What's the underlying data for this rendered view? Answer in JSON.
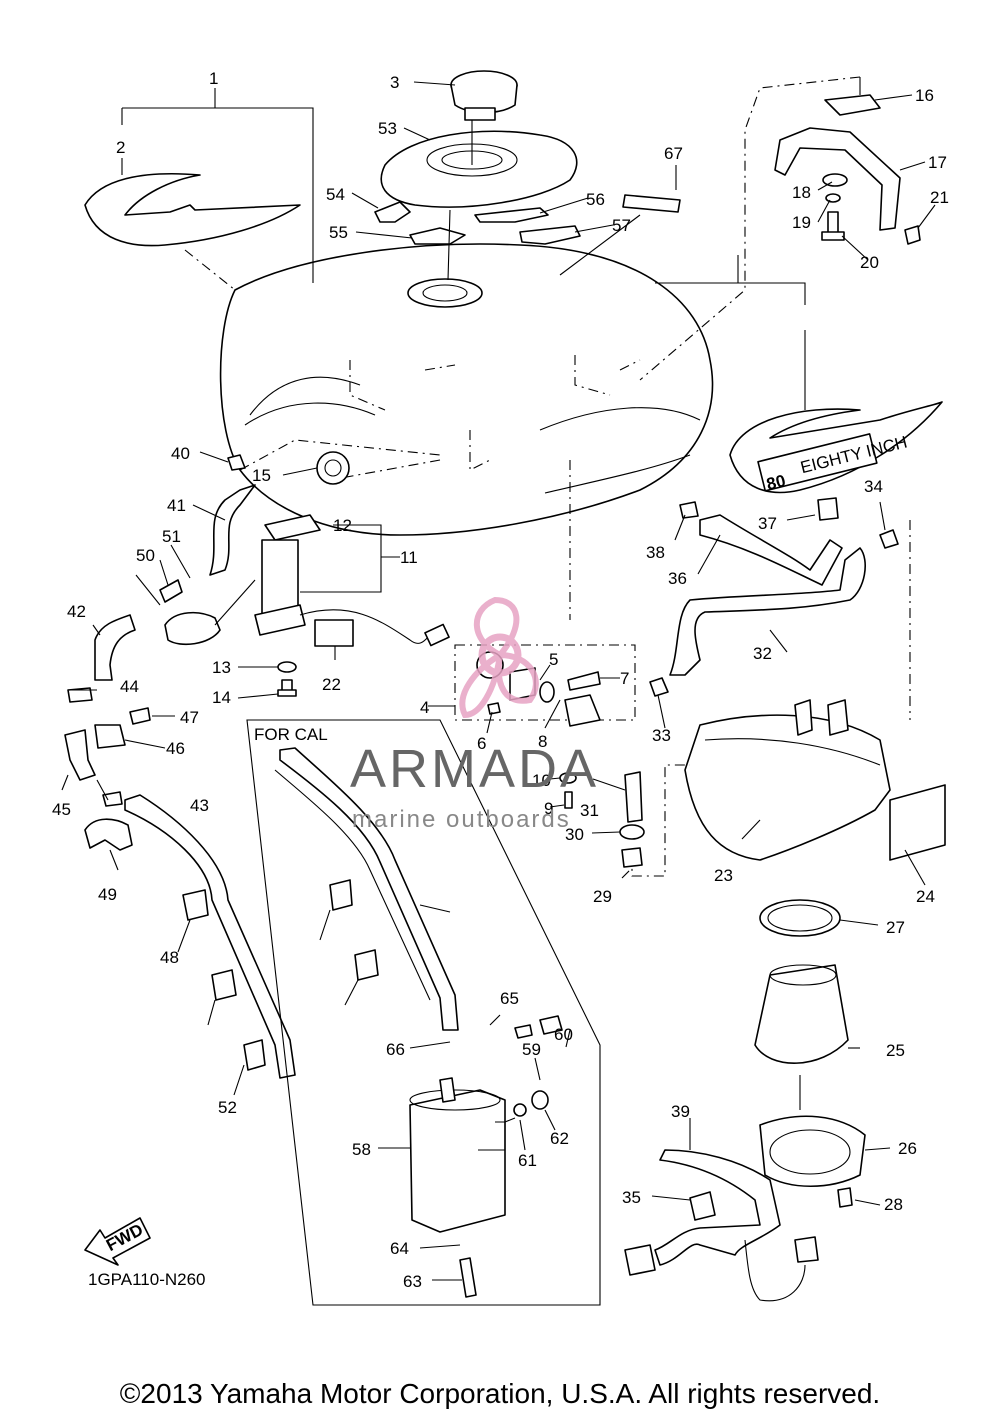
{
  "diagram": {
    "id_code": "1GPA110-N260",
    "for_cal_label": "FOR CAL",
    "fwd_label": "FWD",
    "tank_badge_number": "80",
    "tank_badge_text": "EIGHTY INCH",
    "copyright": "©2013 Yamaha Motor Corporation, U.S.A. All rights reserved."
  },
  "watermark": {
    "brand": "ARMADA",
    "subtitle": "marine outboards",
    "accent_color": "#e7a3c4"
  },
  "callouts": [
    "1",
    "2",
    "3",
    "4",
    "5",
    "6",
    "7",
    "8",
    "9",
    "10",
    "11",
    "12",
    "13",
    "14",
    "15",
    "16",
    "17",
    "18",
    "19",
    "20",
    "21",
    "22",
    "23",
    "24",
    "25",
    "26",
    "27",
    "28",
    "29",
    "30",
    "31",
    "32",
    "33",
    "34",
    "35",
    "36",
    "37",
    "38",
    "39",
    "40",
    "41",
    "42",
    "43",
    "44",
    "45",
    "46",
    "47",
    "48",
    "49",
    "50",
    "51",
    "52",
    "53",
    "54",
    "55",
    "56",
    "57",
    "58",
    "59",
    "60",
    "61",
    "62",
    "63",
    "64",
    "65",
    "66",
    "67"
  ]
}
